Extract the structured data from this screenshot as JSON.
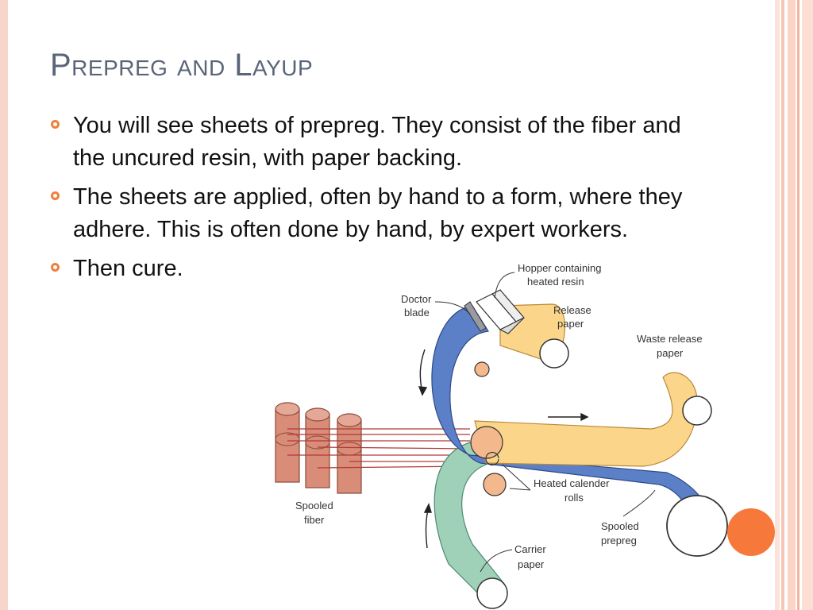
{
  "slide": {
    "title": "Prepreg and Layup",
    "bullets": [
      "You will see sheets of prepreg.  They consist of the fiber and the uncured resin, with paper backing.",
      "The sheets are applied, often by hand to a form, where they adhere.  This is often done by hand, by expert workers.",
      "Then cure."
    ]
  },
  "diagram": {
    "labels": {
      "hopper_line1": "Hopper containing",
      "hopper_line2": "heated resin",
      "doctor_line1": "Doctor",
      "doctor_line2": "blade",
      "release_line1": "Release",
      "release_line2": "paper",
      "waste_line1": "Waste release",
      "waste_line2": "paper",
      "spooled_fiber_line1": "Spooled",
      "spooled_fiber_line2": "fiber",
      "calender_line1": "Heated calender",
      "calender_line2": "rolls",
      "spooled_prepreg_line1": "Spooled",
      "spooled_prepreg_line2": "prepreg",
      "carrier_line1": "Carrier",
      "carrier_line2": "paper"
    }
  },
  "colors": {
    "accent": "#f6793b",
    "title": "#5a6577",
    "bullet_marker": "#f07f3c",
    "resin_yellow": "#fbd68a",
    "blue_belt": "#5b80c8",
    "green_paper": "#9fd1b8",
    "fiber_spool": "#d98c78"
  }
}
